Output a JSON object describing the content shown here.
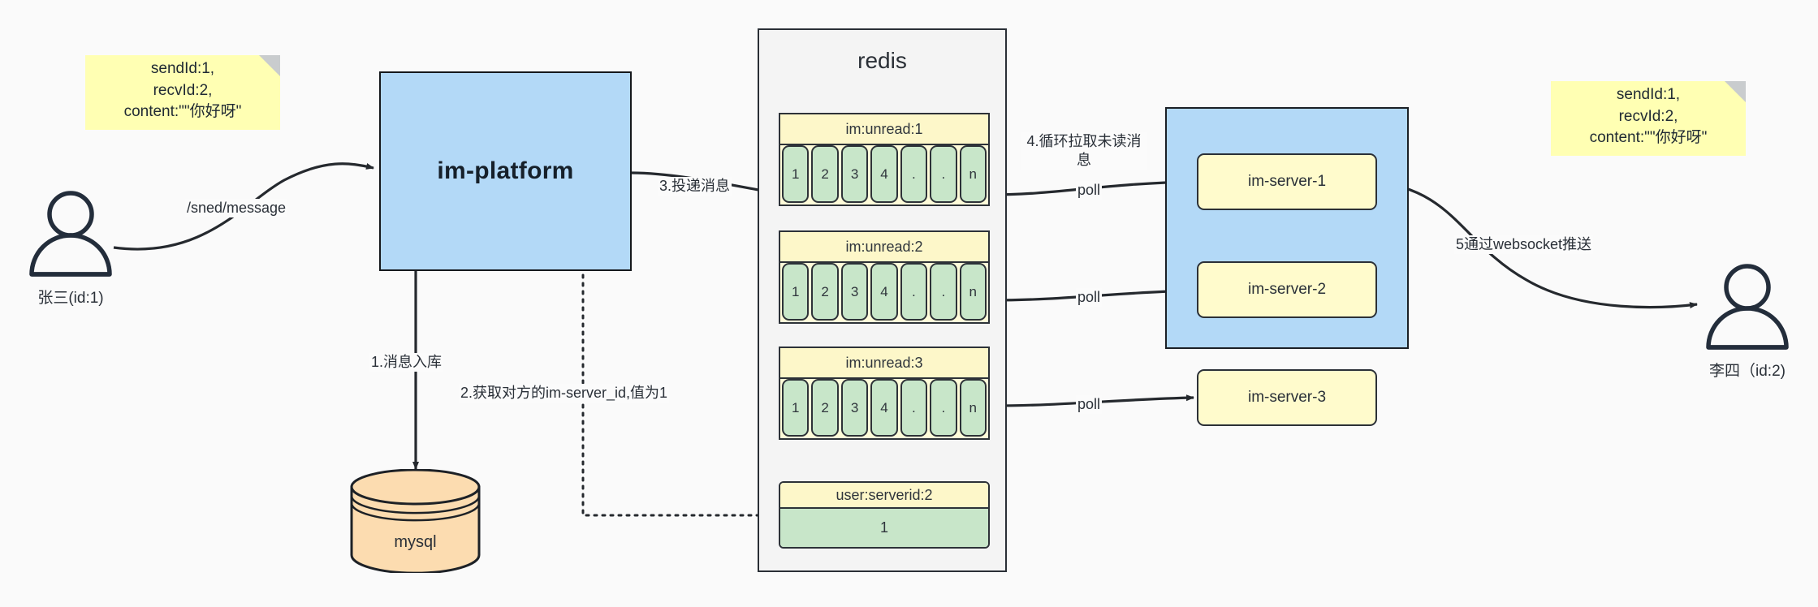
{
  "diagram": {
    "title": "IM message delivery architecture",
    "background": "#fafafa"
  },
  "notes": {
    "left": "sendId:1,\nrecvId:2,\ncontent:\"\"你好呀\"",
    "right": "sendId:1,\nrecvId:2,\ncontent:\"\"你好呀\""
  },
  "actors": {
    "sender": {
      "label": "张三(id:1)",
      "icon": "user-icon"
    },
    "receiver": {
      "label": "李四（id:2)",
      "icon": "user-icon"
    }
  },
  "platform": {
    "label": "im-platform"
  },
  "database": {
    "label": "mysql"
  },
  "redis": {
    "title": "redis",
    "unread_lists": [
      {
        "key": "im:unread:1",
        "cells": [
          "1",
          "2",
          "3",
          "4",
          ".",
          ".",
          "n"
        ]
      },
      {
        "key": "im:unread:2",
        "cells": [
          "1",
          "2",
          "3",
          "4",
          ".",
          ".",
          "n"
        ]
      },
      {
        "key": "im:unread:3",
        "cells": [
          "1",
          "2",
          "3",
          "4",
          ".",
          ".",
          "n"
        ]
      }
    ],
    "kv": {
      "key": "user:serverid:2",
      "value": "1"
    }
  },
  "cluster": {
    "servers": [
      {
        "label": "im-server-1"
      },
      {
        "label": "im-server-2"
      },
      {
        "label": "im-server-3"
      }
    ]
  },
  "edges": {
    "send_message": "/sned/message",
    "step1": "1.消息入库",
    "step2": "2.获取对方的im-server_id,值为1",
    "step3": "3.投递消息",
    "step4": "4.循环拉取未读消\n息",
    "step5": "5通过websocket推送",
    "poll1": "poll",
    "poll2": "poll",
    "poll3": "poll"
  },
  "colors": {
    "note_yellow": "#ffffb3",
    "blue_box": "#b3d9f7",
    "green_cell": "#c8e6c9",
    "yellow_cell": "#fdf7c9",
    "orange_db": "#fcdcb0",
    "stroke": "#2a2f36"
  }
}
